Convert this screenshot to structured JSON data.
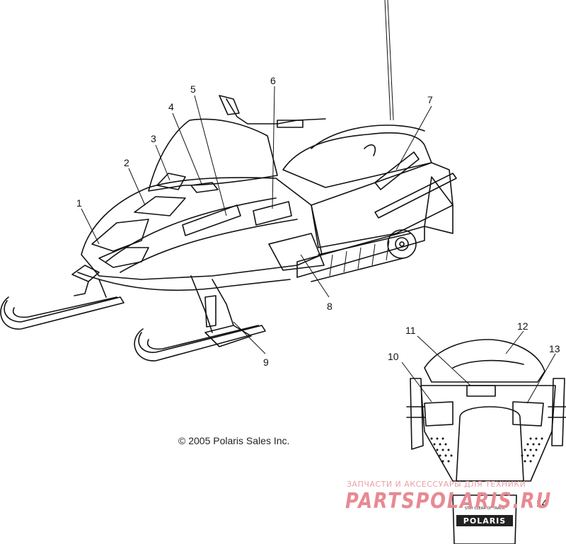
{
  "callouts": [
    "1",
    "2",
    "3",
    "4",
    "5",
    "6",
    "7",
    "8",
    "9",
    "10",
    "11",
    "12",
    "13",
    "14"
  ],
  "copyright": "© 2005 Polaris Sales Inc.",
  "watermark": {
    "caption": "ЗАПЧАСТИ И АКСЕССУАРЫ ДЛЯ ТЕХНИКИ",
    "brand": "PARTSPOLARIS.RU"
  },
  "flap": {
    "warning": "STAY CLEAR OF TRACK",
    "brand": "POLARIS"
  },
  "colors": {
    "line": "#111111",
    "watermark": "#e78a93",
    "background": "#ffffff"
  }
}
